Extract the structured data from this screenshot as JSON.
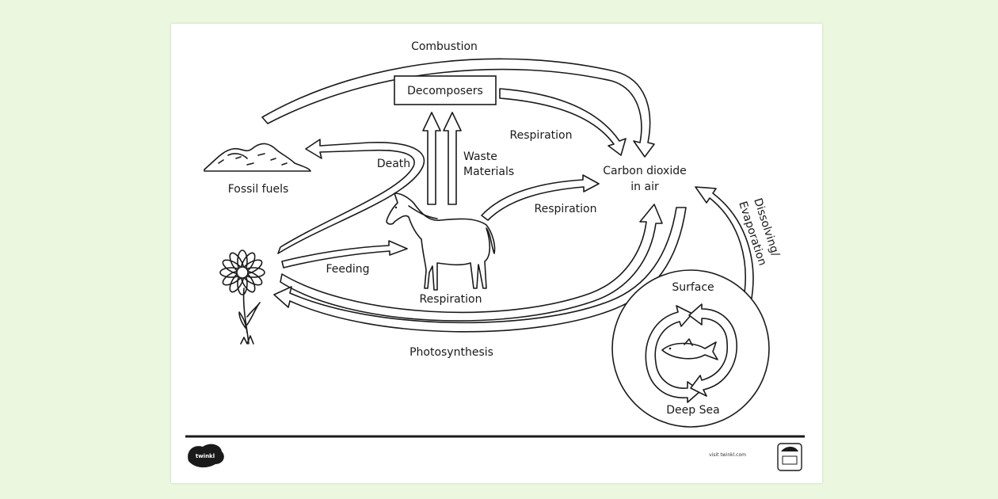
{
  "diagram": {
    "labels": {
      "combustion": "Combustion",
      "decomposers": "Decomposers",
      "respiration_top": "Respiration",
      "death": "Death",
      "waste_line1": "Waste",
      "waste_line2": "Materials",
      "carbon_line1": "Carbon dioxide",
      "carbon_line2": "in air",
      "fossil_fuels": "Fossil fuels",
      "respiration_mid": "Respiration",
      "dissolving": "Dissolving/",
      "evaporation": "Evaporation",
      "feeding": "Feeding",
      "respiration_horse": "Respiration",
      "surface": "Surface",
      "photosynthesis": "Photosynthesis",
      "deep_sea": "Deep Sea"
    }
  },
  "footer": {
    "logo_text": "twinkl",
    "url": "visit twinkl.com"
  },
  "colors": {
    "background": "#ebf8df",
    "sheet": "#ffffff",
    "line": "#1a1a1a"
  }
}
